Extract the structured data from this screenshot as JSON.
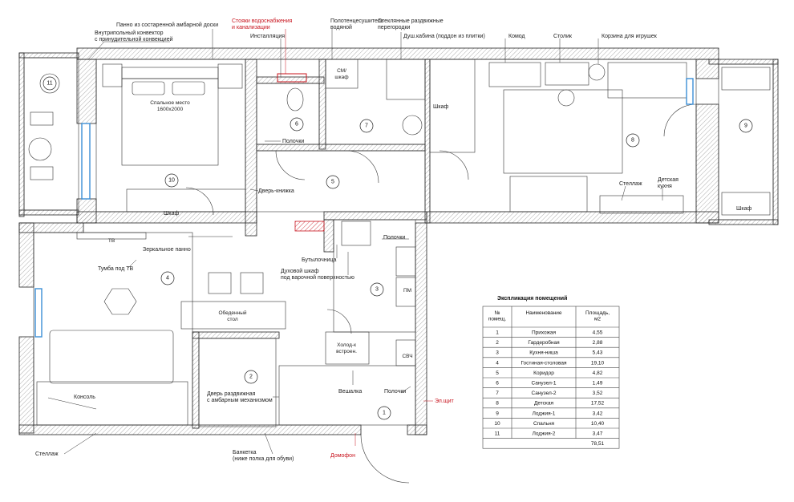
{
  "rooms": [
    {
      "no": "1"
    },
    {
      "no": "2"
    },
    {
      "no": "3"
    },
    {
      "no": "4"
    },
    {
      "no": "5"
    },
    {
      "no": "6"
    },
    {
      "no": "7"
    },
    {
      "no": "8"
    },
    {
      "no": "9"
    },
    {
      "no": "10"
    },
    {
      "no": "11"
    }
  ],
  "callouts": {
    "panel_barn": "Панно из состаренной амбарной доски",
    "convector": "Внутрипольный конвектор\nс принудительной конвекцией",
    "risers": "Стояки водоснабжения\nи канализации",
    "installation": "Инсталляция",
    "towel_dryer": "Полотенцесушитель\nводяной",
    "glass_partitions": "Стеклянные раздвижные\nперегородки",
    "shower": "Душ.кабина (поддон из плитки)",
    "dresser": "Комод",
    "small_table": "Столик",
    "toy_basket": "Корзина для игрушек",
    "shelves_wc": "Полочки",
    "book_door": "Дверь-книжка",
    "mirror_panel": "Зеркальное панно",
    "tv_stand": "Тумба под ТВ",
    "bottle_holder": "Бутылочница",
    "oven": "Духовой шкаф\nпод варочной поверхностью",
    "shelves_kitchen": "Полочки",
    "sliding_door": "Дверь раздвижная\nс амбарным механизмом",
    "hanger": "Вешалка",
    "shelves_hall": "Полочки",
    "el_panel": "Эл.щит",
    "intercom": "Домофон",
    "bench": "Банкетка\n(ниже полка для обуви)",
    "rack_bottom": "Стеллаж",
    "console": "Консоль",
    "rack_kids": "Стеллаж",
    "kids_kitchen": "Детская\nкухня",
    "wardrobe_kids": "Шкаф",
    "wardrobe_loggia": "Шкаф",
    "wardrobe_bed": "Шкаф"
  },
  "furniture": {
    "bed": "Спальное место\n1600х2000",
    "cm_cabinet": "СМ/\nшкаф",
    "tv": "ТВ",
    "dining_table": "Обеденный\nстол",
    "fridge": "Холод-к\nвстроен.",
    "dishwasher": "ПМ",
    "microwave": "СВЧ"
  },
  "table": {
    "title": "Экспликация помещений",
    "headers": [
      "№\nпомещ.",
      "Наименование",
      "Площадь,\nм2"
    ],
    "rows": [
      [
        "1",
        "Прихожая",
        "4,55"
      ],
      [
        "2",
        "Гардеробная",
        "2,88"
      ],
      [
        "3",
        "Кухня-ниша",
        "5,43"
      ],
      [
        "4",
        "Гостиная-столовая",
        "19,10"
      ],
      [
        "5",
        "Коридор",
        "4,82"
      ],
      [
        "6",
        "Санузел-1",
        "1,49"
      ],
      [
        "7",
        "Санузел-2",
        "3,52"
      ],
      [
        "8",
        "Детская",
        "17,52"
      ],
      [
        "9",
        "Лоджия-1",
        "3,42"
      ],
      [
        "10",
        "Спальня",
        "10,40"
      ],
      [
        "11",
        "Лоджия-2",
        "3,47"
      ]
    ],
    "total": "78,51"
  },
  "colors": {
    "wall": "#1a1a1a",
    "hatch": "#888888",
    "accent_red": "#c8141e",
    "window_blue": "#3b8fd6"
  }
}
